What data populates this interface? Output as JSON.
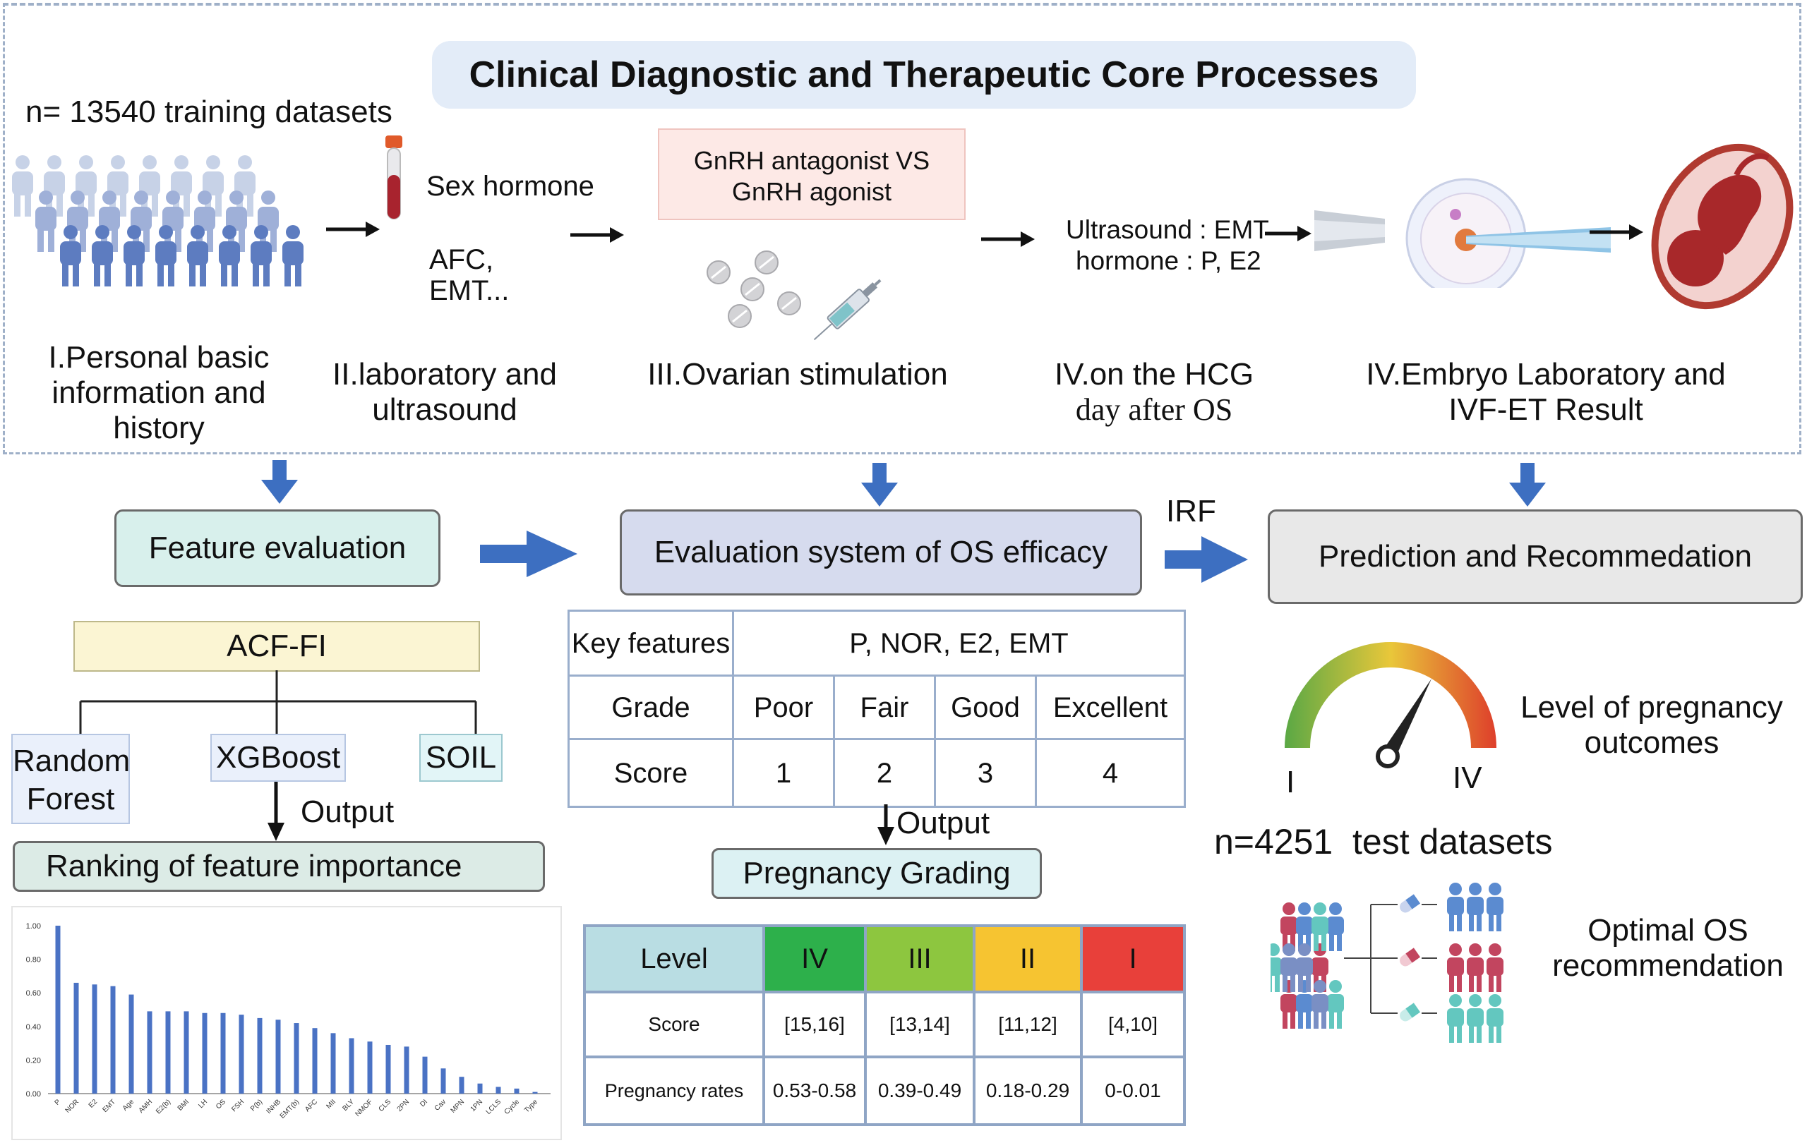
{
  "title": "Clinical Diagnostic and Therapeutic Core Processes",
  "top": {
    "n_training": "n= 13540 training datasets",
    "sex_hormone": "Sex hormone",
    "afc_line1": "AFC,",
    "afc_line2": "EMT...",
    "gnrh_line1": "GnRH antagonist VS",
    "gnrh_line2": "GnRH agonist",
    "us_line1": "Ultrasound : EMT",
    "us_line2": "hormone : P, E2",
    "stages": [
      {
        "line1": "I.Personal basic",
        "line2": "information and",
        "line3": "history"
      },
      {
        "line1": "II.laboratory and",
        "line2": "ultrasound"
      },
      {
        "line1": "III.Ovarian stimulation"
      },
      {
        "line1": "IV.on the HCG",
        "line2": "day after OS"
      },
      {
        "line1": "IV.Embryo Laboratory and",
        "line2": "IVF-ET Result"
      }
    ]
  },
  "left": {
    "feature_eval": "Feature evaluation",
    "acf": "ACF-FI",
    "rf_line1": "Random",
    "rf_line2": "Forest",
    "xgb": "XGBoost",
    "soil": "SOIL",
    "output": "Output",
    "ranking": "Ranking of feature importance"
  },
  "middle": {
    "eval_system": "Evaluation system of OS efficacy",
    "key_features_label": "Key features",
    "key_features": "P, NOR, E2, EMT",
    "grade_label": "Grade",
    "grades": [
      "Poor",
      "Fair",
      "Good",
      "Excellent"
    ],
    "score_label": "Score",
    "scores": [
      "1",
      "2",
      "3",
      "4"
    ],
    "output": "Output",
    "pregnancy_grading": "Pregnancy Grading",
    "level_table": {
      "level_label": "Level",
      "levels": [
        "IV",
        "III",
        "II",
        "I"
      ],
      "level_colors": [
        "#2db04b",
        "#8dc63f",
        "#f6c431",
        "#e8403a"
      ],
      "score_label": "Score",
      "score_ranges": [
        "[15,16]",
        "[13,14]",
        "[11,12]",
        "[4,10]"
      ],
      "rates_label": "Pregnancy rates",
      "rates": [
        "0.53-0.58",
        "0.39-0.49",
        "0.18-0.29",
        "0-0.01"
      ]
    }
  },
  "right": {
    "irf": "IRF",
    "prediction": "Prediction and Recommedation",
    "gauge_low": "I",
    "gauge_high": "IV",
    "level_line1": "Level of pregnancy",
    "level_line2": "outcomes",
    "n_test": "n=4251  test datasets",
    "optimal_line1": "Optimal OS",
    "optimal_line2": "recommendation"
  },
  "chart_data": {
    "type": "bar",
    "categories": [
      "P",
      "NOR",
      "E2",
      "EMT",
      "Age",
      "AMH",
      "E2(b)",
      "BMI",
      "LH",
      "OS",
      "FSH",
      "P(b)",
      "INHB",
      "EMT(b)",
      "AFC",
      "MII",
      "BLY",
      "NMOF",
      "CLS",
      "2PN",
      "DI",
      "Cav",
      "MPN",
      "1PN",
      "LCLS",
      "Cycle",
      "Type"
    ],
    "values": [
      1.0,
      0.66,
      0.65,
      0.64,
      0.59,
      0.49,
      0.49,
      0.49,
      0.48,
      0.48,
      0.47,
      0.45,
      0.44,
      0.42,
      0.39,
      0.36,
      0.33,
      0.31,
      0.29,
      0.28,
      0.22,
      0.15,
      0.1,
      0.06,
      0.04,
      0.03,
      0.01
    ],
    "ylim": [
      0,
      1.0
    ],
    "yticks": [
      "0.00",
      "0.20",
      "0.40",
      "0.60",
      "0.80",
      "1.00"
    ],
    "ytick_values": [
      0,
      0.2,
      0.4,
      0.6,
      0.8,
      1.0
    ],
    "bar_color": "#4a72c4"
  }
}
